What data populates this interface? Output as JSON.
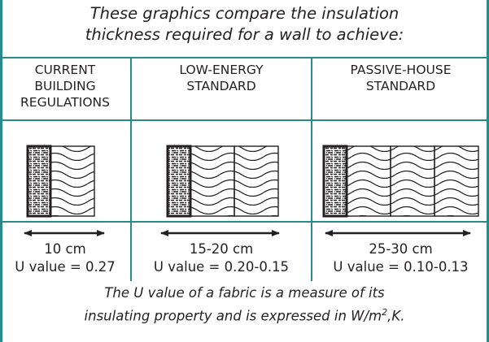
{
  "intro": {
    "line1": "These graphics compare the insulation",
    "line2": "thickness required for a wall to achieve:"
  },
  "columns": [
    {
      "heading": [
        "CURRENT",
        "BUILDING",
        "REGULATIONS"
      ],
      "thickness": "10 cm",
      "u_value": "U value = 0.27",
      "insulation_panels": 1
    },
    {
      "heading": [
        "LOW-ENERGY",
        "STANDARD"
      ],
      "thickness": "15-20 cm",
      "u_value": "U value = 0.20-0.15",
      "insulation_panels": 2
    },
    {
      "heading": [
        "PASSIVE-HOUSE",
        "STANDARD"
      ],
      "thickness": "25-30 cm",
      "u_value": "U value = 0.10-0.13",
      "insulation_panels": 3
    }
  ],
  "footnote": {
    "line1": "The U value of a fabric is a measure of its",
    "line2_before_sup": "insulating property and is expressed in W/m",
    "line2_sup": "2",
    "line2_after_sup": ",K."
  },
  "colors": {
    "rule": "#2a8a8a",
    "ink": "#231f20"
  }
}
